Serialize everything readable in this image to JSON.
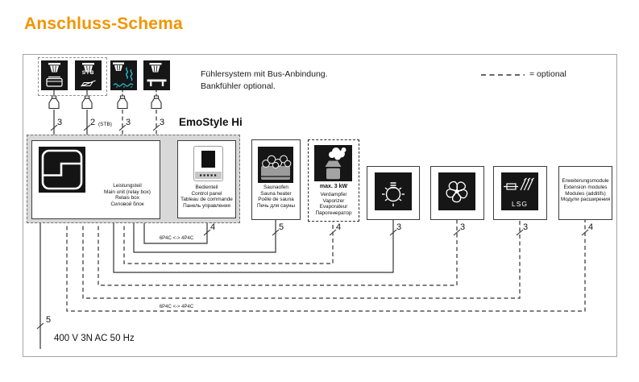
{
  "title": "Anschluss-Schema",
  "system_name": "EmoStyle Hi",
  "sensor_note": {
    "line1": "Fühlersystem mit Bus-Anbindung.",
    "line2": "Bankfühler optional."
  },
  "legend": {
    "text": "= optional"
  },
  "sensors": [
    {
      "icon": "oven-sensor-icon",
      "wire": "3"
    },
    {
      "icon": "stb-sensor-icon",
      "stb_text": "STB",
      "wire": "2",
      "wire_suffix": "(STB)"
    },
    {
      "icon": "humidity-sensor-icon",
      "wire": "3"
    },
    {
      "icon": "bench-sensor-icon",
      "wire": "3"
    }
  ],
  "main_unit": {
    "lines": [
      "Leistungsteil",
      "Main unit (relay box)",
      "Relais box",
      "Силовой блок"
    ]
  },
  "control_panel": {
    "lines": [
      "Bedienteil",
      "Control panel",
      "Tableau de commande",
      "Панель управления"
    ],
    "wire": "4"
  },
  "sauna_heater": {
    "lines": [
      "Saunaofen",
      "Sauna heater",
      "Poêle de sauna",
      "Печь для сауны"
    ],
    "wire": "5"
  },
  "vaporizer": {
    "power": "max. 3 kW",
    "lines": [
      "Verdampfer",
      "Vaporizer",
      "Evaporateur",
      "Парогенератор"
    ],
    "wire": "4"
  },
  "light": {
    "icon": "light-bulb-icon",
    "wire": "3"
  },
  "fan": {
    "icon": "fan-icon",
    "wire": "3"
  },
  "lsg": {
    "label": "LSG",
    "wire": "3"
  },
  "extension": {
    "lines": [
      "Erweiterungsmodule",
      "Extension modules",
      "Modules (additifs)",
      "Модули расширения"
    ],
    "wire": "4"
  },
  "cables": {
    "panel_cable": "6P4C <-> 4P4C",
    "bus_cable": "6P4C <-> 4P4C"
  },
  "power": {
    "wire": "5",
    "label": "400 V 3N AC 50 Hz"
  },
  "colors": {
    "accent": "#F29400",
    "steam": "#2BB6C9",
    "icon_background": "#161616",
    "group_fill": "#d8d8d8"
  }
}
